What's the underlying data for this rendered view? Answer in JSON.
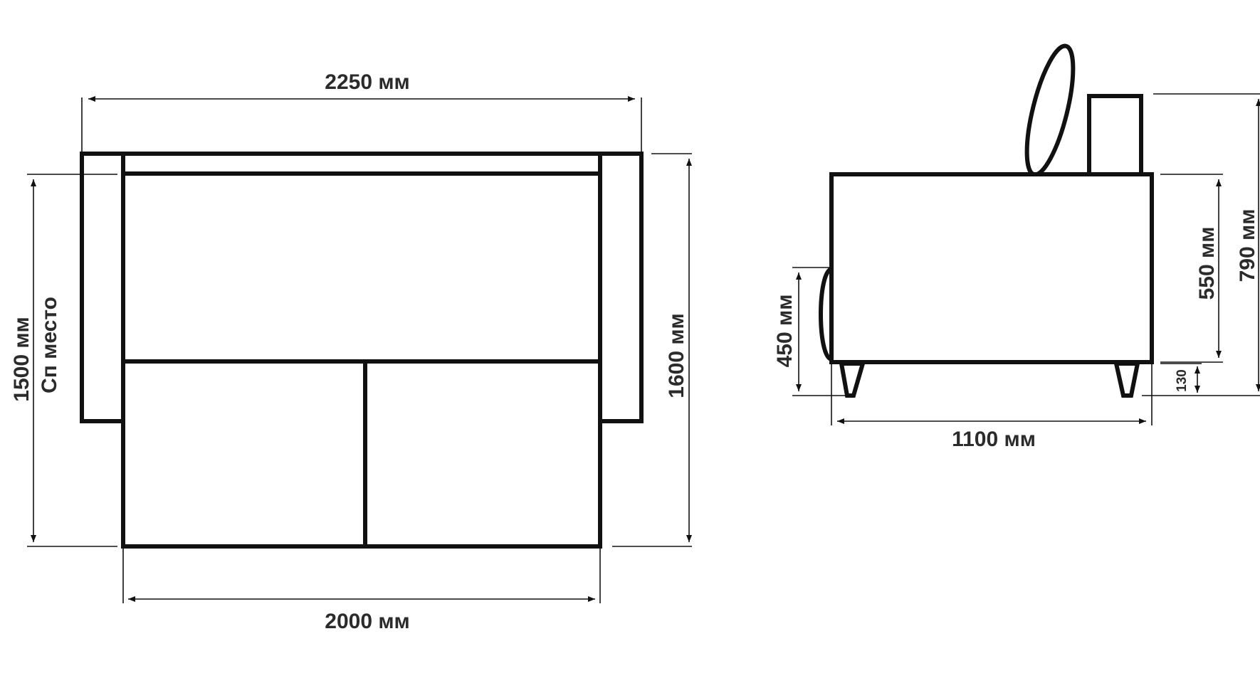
{
  "colors": {
    "line": "#111111",
    "text": "#2b2b2b",
    "background": "#ffffff"
  },
  "top_view": {
    "overall_width": "2250 мм",
    "depth_unfolded": "1600 мм",
    "sleeping_length": "2000 мм",
    "sleeping_width_value": "1500 мм",
    "sleeping_width_label": "Сп место"
  },
  "side_view": {
    "depth": "1100 мм",
    "total_height": "790 мм",
    "back_height": "550 мм",
    "seat_height": "450 мм",
    "leg_height": "130"
  }
}
